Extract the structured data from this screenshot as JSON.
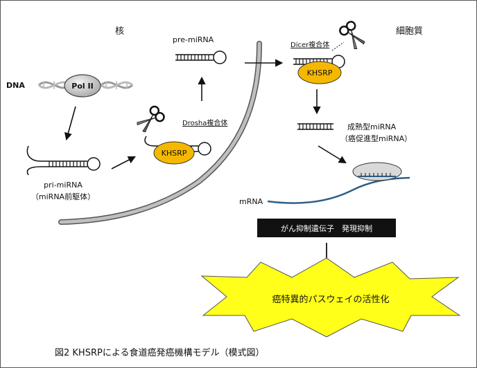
{
  "labels": {
    "nucleus": "核",
    "cytoplasm": "細胞質",
    "dna": "DNA",
    "pol2": "Pol II",
    "pre_mirna": "pre-miRNA",
    "pri_mirna_line1": "pri-miRNA",
    "pri_mirna_line2": "（miRNA前駆体）",
    "drosha_complex": "Drosha複合体",
    "dicer_complex": "Dicer複合体",
    "khsrp": "KHSRP",
    "mature_mirna_line1": "成熟型miRNA",
    "mature_mirna_line2": "（癌促進型miRNA）",
    "mrna": "mRNA",
    "repression_box": "がん抑制遺伝子　発現抑制",
    "outcome": "癌特異的パスウェイの活性化",
    "caption": "図2 KHSRPによる食道癌発癌機構モデル（模式図）"
  },
  "colors": {
    "khsrp_fill": "#f5b800",
    "burst_fill": "#ffff1a",
    "black_box": "#111111",
    "membrane": "#9a9a9a",
    "mrna_strand": "#2f5f86",
    "pol2_fill": "#c8c8c8",
    "ribosome_fill": "#d9d9d9"
  },
  "icons": {
    "scissors": "scissors-icon"
  }
}
